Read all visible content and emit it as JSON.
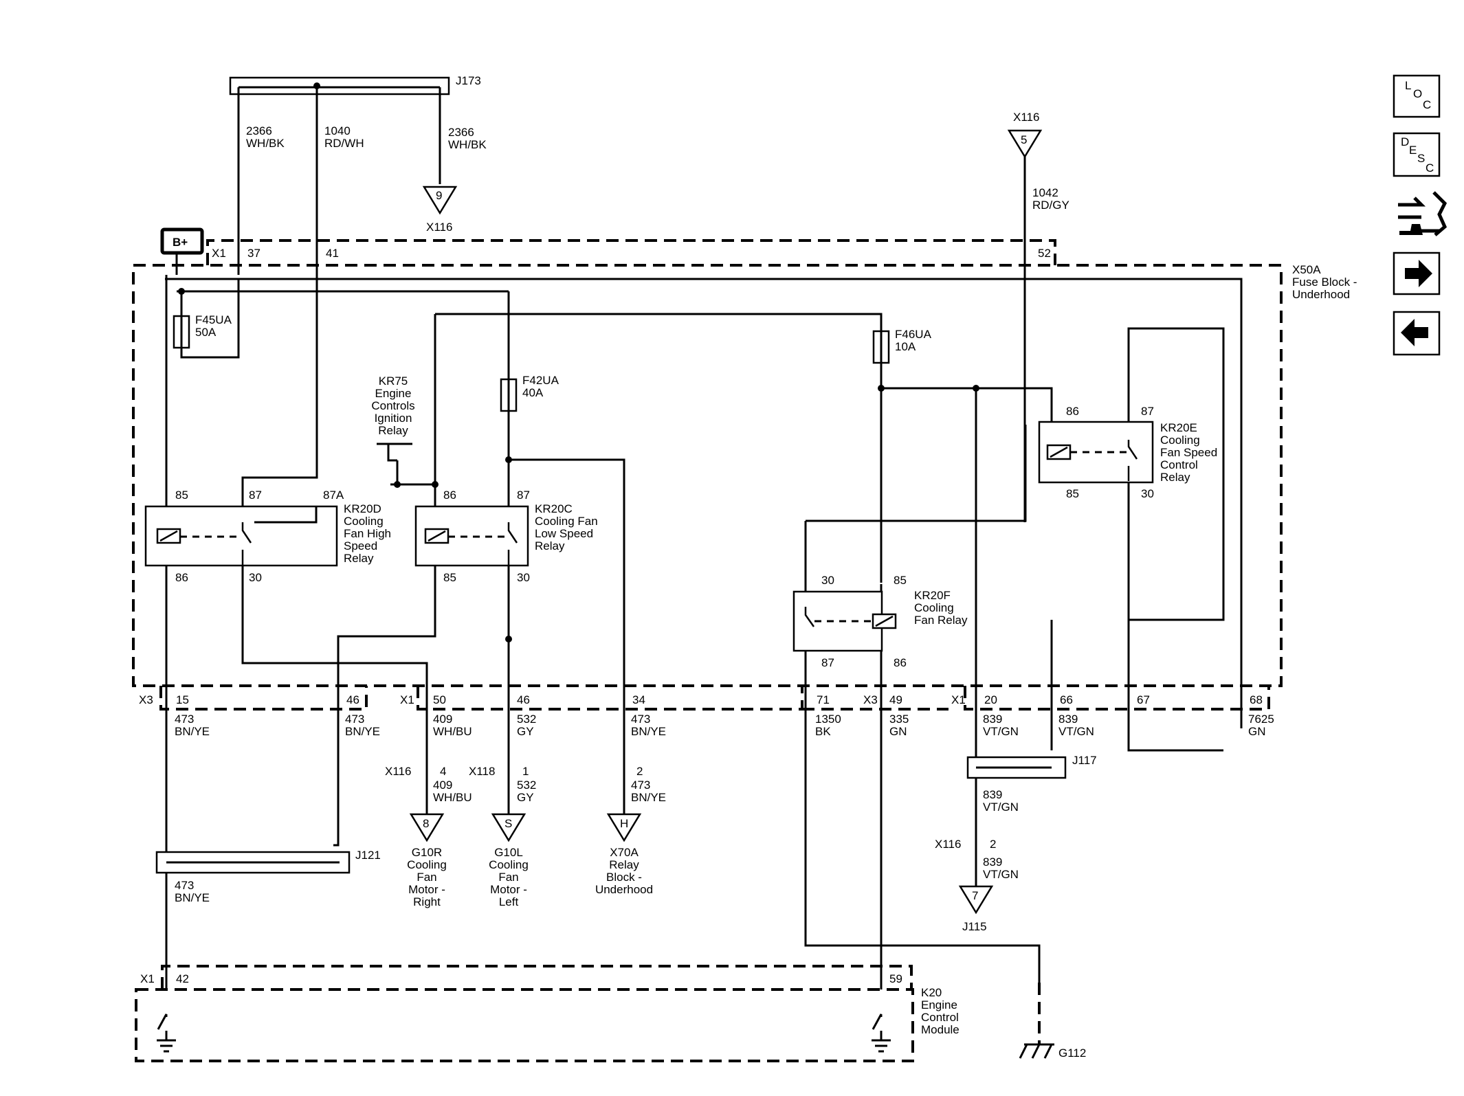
{
  "connectors": {
    "j173": "J173",
    "j121": "J121",
    "j117": "J117",
    "j115": "J115",
    "x116_top": "X116",
    "x116_mid": "X116",
    "x116_a": "X116",
    "x116_b": "X116",
    "x118": "X118",
    "x1_top": "X1",
    "x3_bot": "X3",
    "x1_bot": "X1",
    "x3_bot2": "X3",
    "x1_bot2": "X1",
    "x1_ecm": "X1"
  },
  "battery": "B+",
  "fuse_block": {
    "id": "X50A",
    "line1": "Fuse Block -",
    "line2": "Underhood"
  },
  "ecm": {
    "id": "K20",
    "line1": "Engine",
    "line2": "Control",
    "line3": "Module"
  },
  "ground": "G112",
  "fuses": {
    "f45": {
      "id": "F45UA",
      "rating": "50A"
    },
    "f42": {
      "id": "F42UA",
      "rating": "40A"
    },
    "f46": {
      "id": "F46UA",
      "rating": "10A"
    }
  },
  "relays": {
    "kr75": {
      "l1": "KR75",
      "l2": "Engine",
      "l3": "Controls",
      "l4": "Ignition",
      "l5": "Relay"
    },
    "kr20d": {
      "l1": "KR20D",
      "l2": "Cooling",
      "l3": "Fan High",
      "l4": "Speed",
      "l5": "Relay"
    },
    "kr20c": {
      "l1": "KR20C",
      "l2": "Cooling Fan",
      "l3": "Low Speed",
      "l4": "Relay"
    },
    "kr20e": {
      "l1": "KR20E",
      "l2": "Cooling",
      "l3": "Fan Speed",
      "l4": "Control",
      "l5": "Relay"
    },
    "kr20f": {
      "l1": "KR20F",
      "l2": "Cooling",
      "l3": "Fan Relay"
    }
  },
  "pins": {
    "x1_37": "37",
    "x1_41": "41",
    "x1_52": "52",
    "d85": "85",
    "d87": "87",
    "d87a": "87A",
    "d86": "86",
    "d30": "30",
    "c86": "86",
    "c87": "87",
    "c85": "85",
    "c30": "30",
    "e86": "86",
    "e87": "87",
    "e85": "85",
    "e30": "30",
    "f30": "30",
    "f85": "85",
    "f87": "87",
    "f86": "86",
    "x3_15": "15",
    "x3_46": "46",
    "x1_50": "50",
    "x1_46": "46",
    "x1_34": "34",
    "x1_71": "71",
    "x3_49": "49",
    "x1_20": "20",
    "x1_66": "66",
    "x1_67": "67",
    "x1_68": "68",
    "x116_4": "4",
    "x118_1": "1",
    "x118_2": "2",
    "x116_2": "2",
    "x116_5": "5",
    "x116_9": "9",
    "ecm_42": "42",
    "ecm_59": "59"
  },
  "wires": {
    "w2366a": {
      "c": "2366",
      "k": "WH/BK"
    },
    "w1040": {
      "c": "1040",
      "k": "RD/WH"
    },
    "w2366b": {
      "c": "2366",
      "k": "WH/BK"
    },
    "w1042": {
      "c": "1042",
      "k": "RD/GY"
    },
    "w473a": {
      "c": "473",
      "k": "BN/YE"
    },
    "w473b": {
      "c": "473",
      "k": "BN/YE"
    },
    "w409a": {
      "c": "409",
      "k": "WH/BU"
    },
    "w532a": {
      "c": "532",
      "k": "GY"
    },
    "w473c": {
      "c": "473",
      "k": "BN/YE"
    },
    "w1350": {
      "c": "1350",
      "k": "BK"
    },
    "w335": {
      "c": "335",
      "k": "GN"
    },
    "w839a": {
      "c": "839",
      "k": "VT/GN"
    },
    "w839b": {
      "c": "839",
      "k": "VT/GN"
    },
    "w7625": {
      "c": "7625",
      "k": "GN"
    },
    "w409b": {
      "c": "409",
      "k": "WH/BU"
    },
    "w532b": {
      "c": "532",
      "k": "GY"
    },
    "w473d": {
      "c": "473",
      "k": "BN/YE"
    },
    "w473e": {
      "c": "473",
      "k": "BN/YE"
    },
    "w839c": {
      "c": "839",
      "k": "VT/GN"
    },
    "w839d": {
      "c": "839",
      "k": "VT/GN"
    }
  },
  "terminals": {
    "t8": "8",
    "tS": "S",
    "tH": "H",
    "t7": "7"
  },
  "loads": {
    "g10r": {
      "l1": "G10R",
      "l2": "Cooling",
      "l3": "Fan",
      "l4": "Motor -",
      "l5": "Right"
    },
    "g10l": {
      "l1": "G10L",
      "l2": "Cooling",
      "l3": "Fan",
      "l4": "Motor -",
      "l5": "Left"
    },
    "x70a": {
      "l1": "X70A",
      "l2": "Relay",
      "l3": "Block -",
      "l4": "Underhood"
    }
  },
  "nav": {
    "loc": [
      "L",
      "O",
      "C"
    ],
    "desc": [
      "D",
      "E",
      "S",
      "C"
    ],
    "icons": [
      "loc-icon",
      "desc-icon",
      "connector-repair-icon",
      "arrow-right-icon",
      "arrow-left-icon"
    ]
  }
}
